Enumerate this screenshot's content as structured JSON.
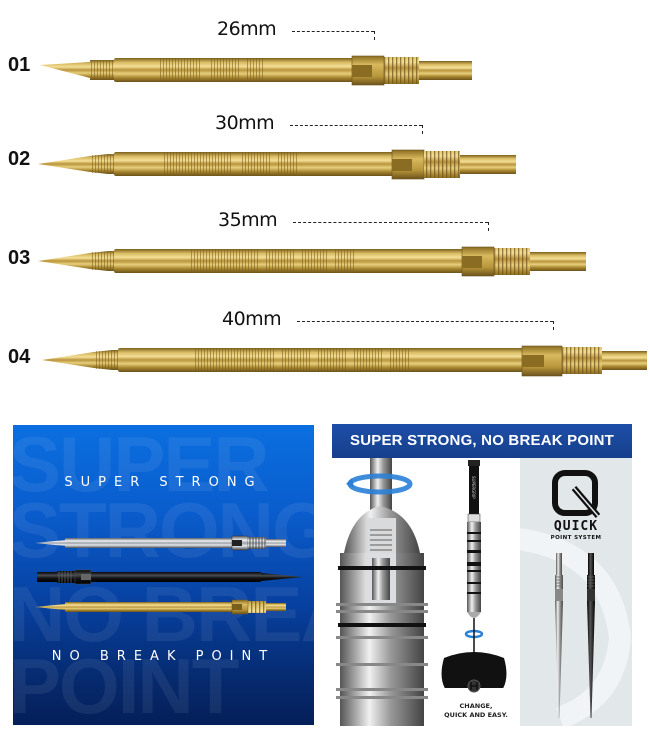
{
  "points": [
    {
      "num": "01",
      "length": "26mm"
    },
    {
      "num": "02",
      "length": "30mm"
    },
    {
      "num": "03",
      "length": "35mm"
    },
    {
      "num": "04",
      "length": "40mm"
    }
  ],
  "left_panel": {
    "headline": "SUPER STRONG",
    "subline": "NO BREAK POINT",
    "background_words": [
      "SUPER",
      "STRONG",
      "NO BREAK",
      "POINT"
    ],
    "dart_finishes": [
      "silver",
      "black",
      "gold"
    ]
  },
  "right_panel": {
    "banner": "SUPER STRONG, NO BREAK POINT",
    "logo_letter": "Q",
    "logo_word": "QUICK",
    "logo_tagline": "POINT SYSTEM",
    "barrel_text": "SUPERGRIP",
    "caption_line1": "CHANGE,",
    "caption_line2": "QUICK AND EASY."
  },
  "colors": {
    "gold": "#c9a84a",
    "gold_dark": "#8a6d22",
    "blue_top": "#0b6fe0",
    "blue_bottom": "#051f58",
    "banner": "#1d4fa8",
    "grey_panel": "#e2e7ea"
  }
}
